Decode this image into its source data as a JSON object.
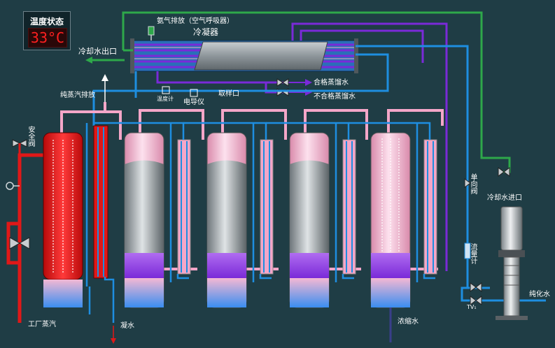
{
  "status_panel": {
    "title": "温度状态",
    "reading": "33°C"
  },
  "labels": {
    "ammonia_vent": "氨气排放（空气呼吸器）",
    "condenser": "冷凝器",
    "cooling_water_out": "冷却水出口",
    "pure_steam_vent": "纯蒸汽排放",
    "thermometer": "温度计",
    "conductivity_meter": "电导仪",
    "sampling_port": "取样口",
    "qualified_water": "合格蒸馏水",
    "unqualified_water": "不合格蒸馏水",
    "safety_valve": "安全阀",
    "check_valve": "单向阀",
    "cooling_water_in": "冷却水进口",
    "flow_meter": "流量计",
    "purified_water": "纯化水",
    "tv1": "TV₁",
    "plant_steam": "工厂蒸汽",
    "condensate": "凝水",
    "concentrate": "浓缩水"
  },
  "colors": {
    "background": "#1f3d45",
    "steam_red": "#e01818",
    "pink": "#f4a6c8",
    "blue_water": "#1e8ee0",
    "purple": "#7a2ad8",
    "green": "#2ea84a",
    "gray_shell": "#9aa1a6"
  }
}
